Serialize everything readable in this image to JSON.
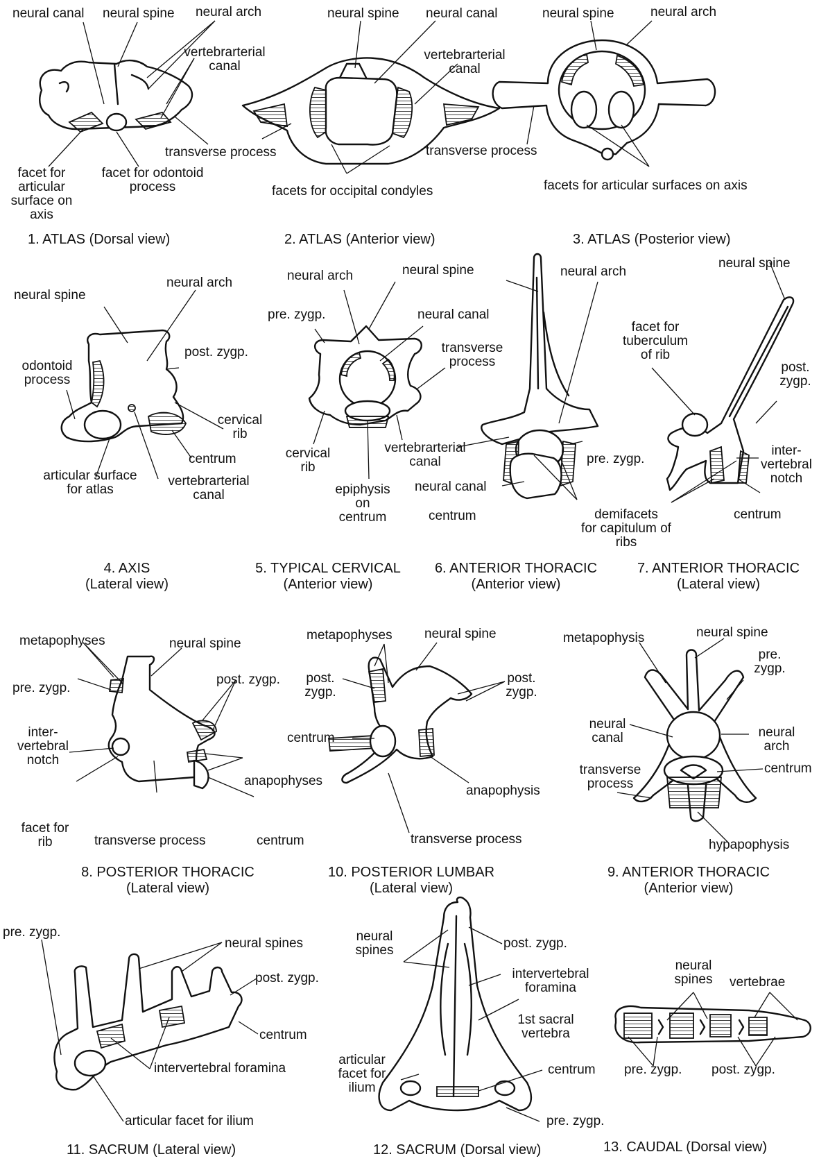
{
  "figure": {
    "f1": {
      "caption": "1. ATLAS (Dorsal view)",
      "labels": {
        "neural_canal": "neural canal",
        "neural_spine": "neural spine",
        "neural_arch": "neural arch",
        "vert_canal_1": "vertebrarterial",
        "vert_canal_2": "canal",
        "transverse": "transverse process",
        "facet_art_1": "facet for",
        "facet_art_2": "articular",
        "facet_art_3": "surface on",
        "facet_art_4": "axis",
        "facet_od_1": "facet for odontoid",
        "facet_od_2": "process"
      }
    },
    "f2": {
      "caption": "2. ATLAS (Anterior view)",
      "labels": {
        "neural_spine": "neural spine",
        "neural_canal": "neural canal",
        "vert_canal_1": "vertebrarterial",
        "vert_canal_2": "canal",
        "facets": "facets for occipital condyles"
      }
    },
    "f3": {
      "caption": "3. ATLAS (Posterior view)",
      "labels": {
        "neural_spine": "neural spine",
        "neural_arch": "neural arch",
        "transverse": "transverse process",
        "facets": "facets for articular surfaces on axis"
      }
    },
    "f4": {
      "caption_1": "4. AXIS",
      "caption_2": "(Lateral view)",
      "labels": {
        "neural_spine": "neural spine",
        "neural_arch": "neural arch",
        "odontoid_1": "odontoid",
        "odontoid_2": "process",
        "post_zygp": "post. zygp.",
        "cervical_rib_1": "cervical",
        "cervical_rib_2": "rib",
        "centrum": "centrum",
        "art_surface_1": "articular surface",
        "art_surface_2": "for atlas",
        "vert_canal_1": "vertebrarterial",
        "vert_canal_2": "canal"
      }
    },
    "f5": {
      "caption_1": "5. TYPICAL CERVICAL",
      "caption_2": "(Anterior view)",
      "labels": {
        "neural_arch": "neural arch",
        "neural_spine": "neural spine",
        "pre_zygp": "pre. zygp.",
        "neural_canal": "neural canal",
        "transverse_1": "transverse",
        "transverse_2": "process",
        "cervical_rib_1": "cervical",
        "cervical_rib_2": "rib",
        "vert_canal_1": "vertebrarterial",
        "vert_canal_2": "canal",
        "epiphysis_1": "epiphysis",
        "epiphysis_2": "on",
        "epiphysis_3": "centrum"
      }
    },
    "f6": {
      "caption_1": "6. ANTERIOR THORACIC",
      "caption_2": "(Anterior view)",
      "labels": {
        "neural_arch": "neural arch",
        "neural_canal": "neural canal",
        "centrum": "centrum",
        "demifacets_1": "demifacets",
        "demifacets_2": "for capitulum of",
        "demifacets_3": "ribs",
        "pre_zygp": "pre. zygp."
      }
    },
    "f7": {
      "caption_1": "7. ANTERIOR THORACIC",
      "caption_2": "(Lateral view)",
      "labels": {
        "neural_spine": "neural spine",
        "facet_tub_1": "facet for",
        "facet_tub_2": "tuberculum",
        "facet_tub_3": "of rib",
        "post_zygp_1": "post.",
        "post_zygp_2": "zygp.",
        "inter_1": "inter-",
        "inter_2": "vertebral",
        "inter_3": "notch",
        "centrum": "centrum"
      }
    },
    "f8": {
      "caption_1": "8. POSTERIOR THORACIC",
      "caption_2": "(Lateral view)",
      "labels": {
        "metapophyses": "metapophyses",
        "neural_spine": "neural spine",
        "pre_zygp": "pre. zygp.",
        "post_zygp": "post. zygp.",
        "inter_1": "inter-",
        "inter_2": "vertebral",
        "inter_3": "notch",
        "anapophyses": "anapophyses",
        "facet_rib_1": "facet for",
        "facet_rib_2": "rib",
        "transverse": "transverse process",
        "centrum": "centrum"
      }
    },
    "f10": {
      "caption_1": "10. POSTERIOR LUMBAR",
      "caption_2": "(Lateral view)",
      "labels": {
        "metapophyses": "metapophyses",
        "neural_spine": "neural spine",
        "post_zygp_l1": "post.",
        "post_zygp_l2": "zygp.",
        "post_zygp_r1": "post.",
        "post_zygp_r2": "zygp.",
        "centrum": "centrum",
        "anapophysis": "anapophysis",
        "transverse": "transverse process"
      }
    },
    "f9": {
      "caption_1": "9. ANTERIOR THORACIC",
      "caption_2": "(Anterior view)",
      "labels": {
        "metapophysis": "metapophysis",
        "neural_spine": "neural spine",
        "pre_zygp_1": "pre.",
        "pre_zygp_2": "zygp.",
        "neural_canal_1": "neural",
        "neural_canal_2": "canal",
        "neural_arch_1": "neural",
        "neural_arch_2": "arch",
        "transverse_1": "transverse",
        "transverse_2": "process",
        "centrum": "centrum",
        "hypapophysis": "hypapophysis"
      }
    },
    "f11": {
      "caption": "11. SACRUM (Lateral view)",
      "labels": {
        "pre_zygp": "pre. zygp.",
        "neural_spines": "neural spines",
        "post_zygp": "post. zygp.",
        "centrum": "centrum",
        "intervertebral": "intervertebral foramina",
        "art_facet": "articular facet for ilium"
      }
    },
    "f12": {
      "caption": "12. SACRUM (Dorsal view)",
      "labels": {
        "neural_spines_1": "neural",
        "neural_spines_2": "spines",
        "post_zygp": "post. zygp.",
        "interv_1": "intervertebral",
        "interv_2": "foramina",
        "first_sacral_1": "1st sacral",
        "first_sacral_2": "vertebra",
        "art_facet_1": "articular",
        "art_facet_2": "facet for",
        "art_facet_3": "ilium",
        "centrum": "centrum",
        "pre_zygp": "pre. zygp."
      }
    },
    "f13": {
      "caption": "13. CAUDAL (Dorsal view)",
      "labels": {
        "neural_spines_1": "neural",
        "neural_spines_2": "spines",
        "vertebrae": "vertebrae",
        "pre_zygp": "pre. zygp.",
        "post_zygp": "post. zygp."
      }
    }
  }
}
